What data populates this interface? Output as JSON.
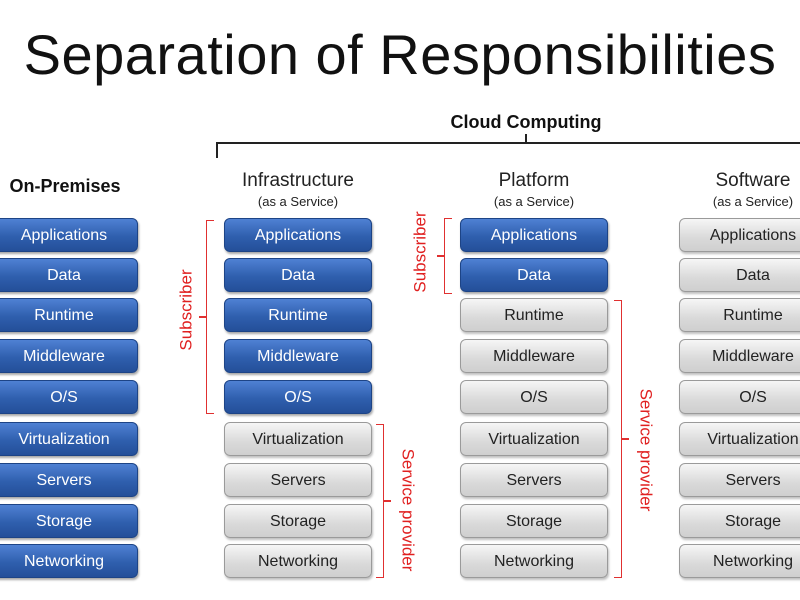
{
  "title": "Separation of Responsibilities",
  "cloud_label": "Cloud Computing",
  "columns": [
    {
      "heading": "On-Premises",
      "subheading": "",
      "stack": [
        "Applications",
        "Data",
        "Runtime",
        "Middleware",
        "O/S",
        "Virtualization",
        "Servers",
        "Storage",
        "Networking"
      ],
      "subscriber_count": 9
    },
    {
      "heading": "Infrastructure",
      "subheading": "(as a Service)",
      "stack": [
        "Applications",
        "Data",
        "Runtime",
        "Middleware",
        "O/S",
        "Virtualization",
        "Servers",
        "Storage",
        "Networking"
      ],
      "subscriber_count": 5
    },
    {
      "heading": "Platform",
      "subheading": "(as a Service)",
      "stack": [
        "Applications",
        "Data",
        "Runtime",
        "Middleware",
        "O/S",
        "Virtualization",
        "Servers",
        "Storage",
        "Networking"
      ],
      "subscriber_count": 2
    },
    {
      "heading": "Software",
      "subheading": "(as a Service)",
      "stack": [
        "Applications",
        "Data",
        "Runtime",
        "Middleware",
        "O/S",
        "Virtualization",
        "Servers",
        "Storage",
        "Networking"
      ],
      "subscriber_count": 0
    }
  ],
  "labels": {
    "subscriber": "Subscriber",
    "service_provider": "Service provider"
  },
  "colors": {
    "subscriber_box": "#2f5fae",
    "provider_box": "#d9d9d9",
    "annotation": "#e02020"
  }
}
